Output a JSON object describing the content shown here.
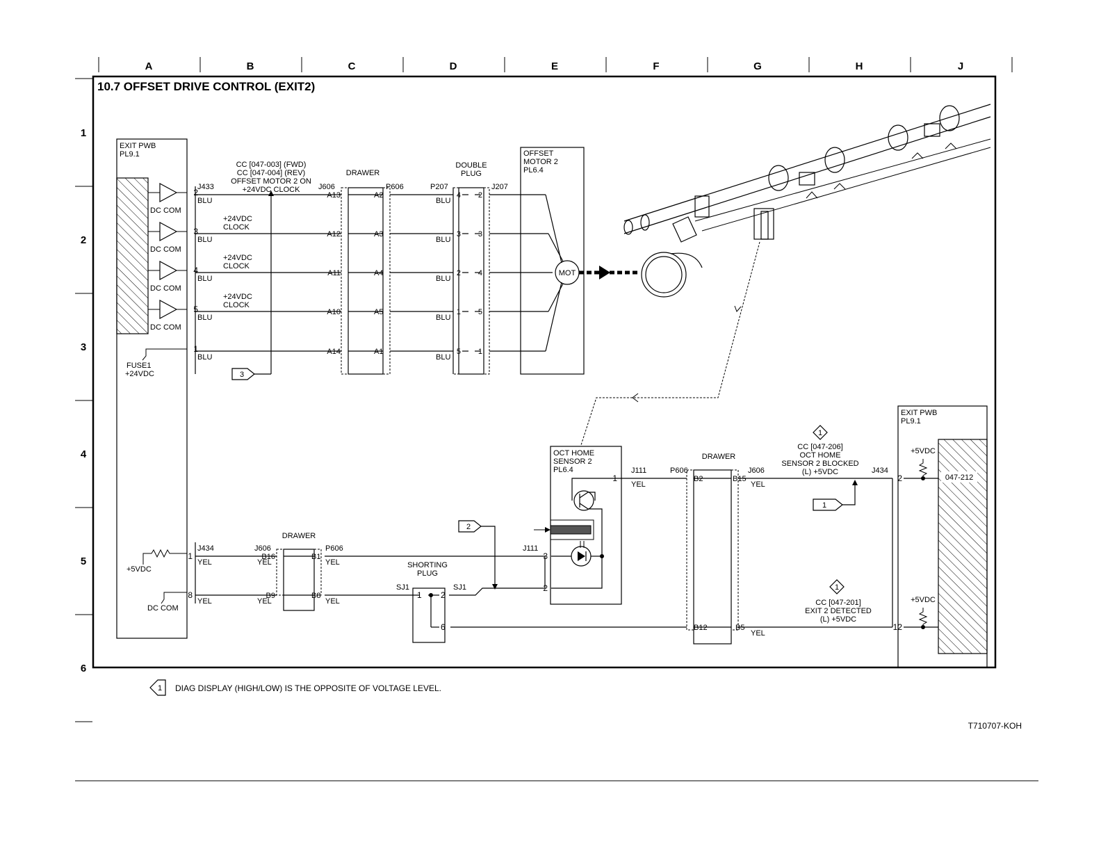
{
  "grid": {
    "columns": [
      "A",
      "B",
      "C",
      "D",
      "E",
      "F",
      "G",
      "H",
      "J"
    ],
    "rows": [
      "1",
      "2",
      "3",
      "4",
      "5",
      "6"
    ]
  },
  "title": "10.7 OFFSET DRIVE CONTROL (EXIT2)",
  "exit_pwb_left": {
    "name": "EXIT PWB",
    "ref": "PL9.1"
  },
  "exit_pwb_right": {
    "name": "EXIT PWB",
    "ref": "PL9.1",
    "code": "047-212"
  },
  "dc_com": "DC COM",
  "fuse": {
    "name": "FUSE1",
    "volt": "+24VDC"
  },
  "top_cc": {
    "line1": "CC [047-003] (FWD)",
    "line2": "CC [047-004] (REV)",
    "line3": "OFFSET MOTOR 2 ON",
    "line4": "+24VDC CLOCK"
  },
  "clock_label": {
    "line1": "+24VDC",
    "line2": "CLOCK"
  },
  "connectors": {
    "j433": "J433",
    "j606": "J606",
    "p606": "P606",
    "p207": "P207",
    "j207": "J207",
    "j434": "J434",
    "j111": "J111",
    "sj1": "SJ1"
  },
  "drawer": "DRAWER",
  "double_plug": {
    "line1": "DOUBLE",
    "line2": "PLUG"
  },
  "shorting_plug": {
    "line1": "SHORTING",
    "line2": "PLUG"
  },
  "motor": {
    "line1": "OFFSET",
    "line2": "MOTOR 2",
    "ref": "PL6.4",
    "symbol": "MOT"
  },
  "sensor": {
    "line1": "OCT HOME",
    "line2": "SENSOR 2",
    "ref": "PL6.4"
  },
  "wire_colors": {
    "blu": "BLU",
    "yel": "YEL"
  },
  "pins": {
    "j433": [
      "2",
      "3",
      "4",
      "5",
      "1"
    ],
    "drawer_a_left": [
      "A13",
      "A12",
      "A11",
      "A10",
      "A14"
    ],
    "drawer_a_right": [
      "A2",
      "A3",
      "A4",
      "A5",
      "A1"
    ],
    "double_left": [
      "4",
      "3",
      "2",
      "1",
      "5"
    ],
    "double_right": [
      "2",
      "3",
      "4",
      "5",
      "1"
    ],
    "j434_left": [
      "1",
      "8"
    ],
    "drawer_b_left": [
      "B16",
      "B9"
    ],
    "drawer_b_right": [
      "B1",
      "B8"
    ],
    "shorting": [
      "1",
      "2",
      "6"
    ],
    "sensor": [
      "1",
      "3",
      "2"
    ],
    "drawer_b2_left": [
      "B2",
      "B12"
    ],
    "drawer_b2_right": [
      "B15",
      "B5"
    ],
    "j434_right": [
      "2",
      "12"
    ]
  },
  "plus5": "+5VDC",
  "cc_206": {
    "line1": "CC [047-206]",
    "line2": "OCT HOME",
    "line3": "SENSOR 2 BLOCKED",
    "line4": "(L) +5VDC"
  },
  "cc_201": {
    "line1": "CC [047-201]",
    "line2": "EXIT 2 DETECTED",
    "line3": "(L) +5VDC"
  },
  "tags": {
    "one": "1",
    "two": "2",
    "three": "3"
  },
  "note": "DIAG DISPLAY (HIGH/LOW) IS THE OPPOSITE OF VOLTAGE LEVEL.",
  "figure_id": "T710707-KOH"
}
